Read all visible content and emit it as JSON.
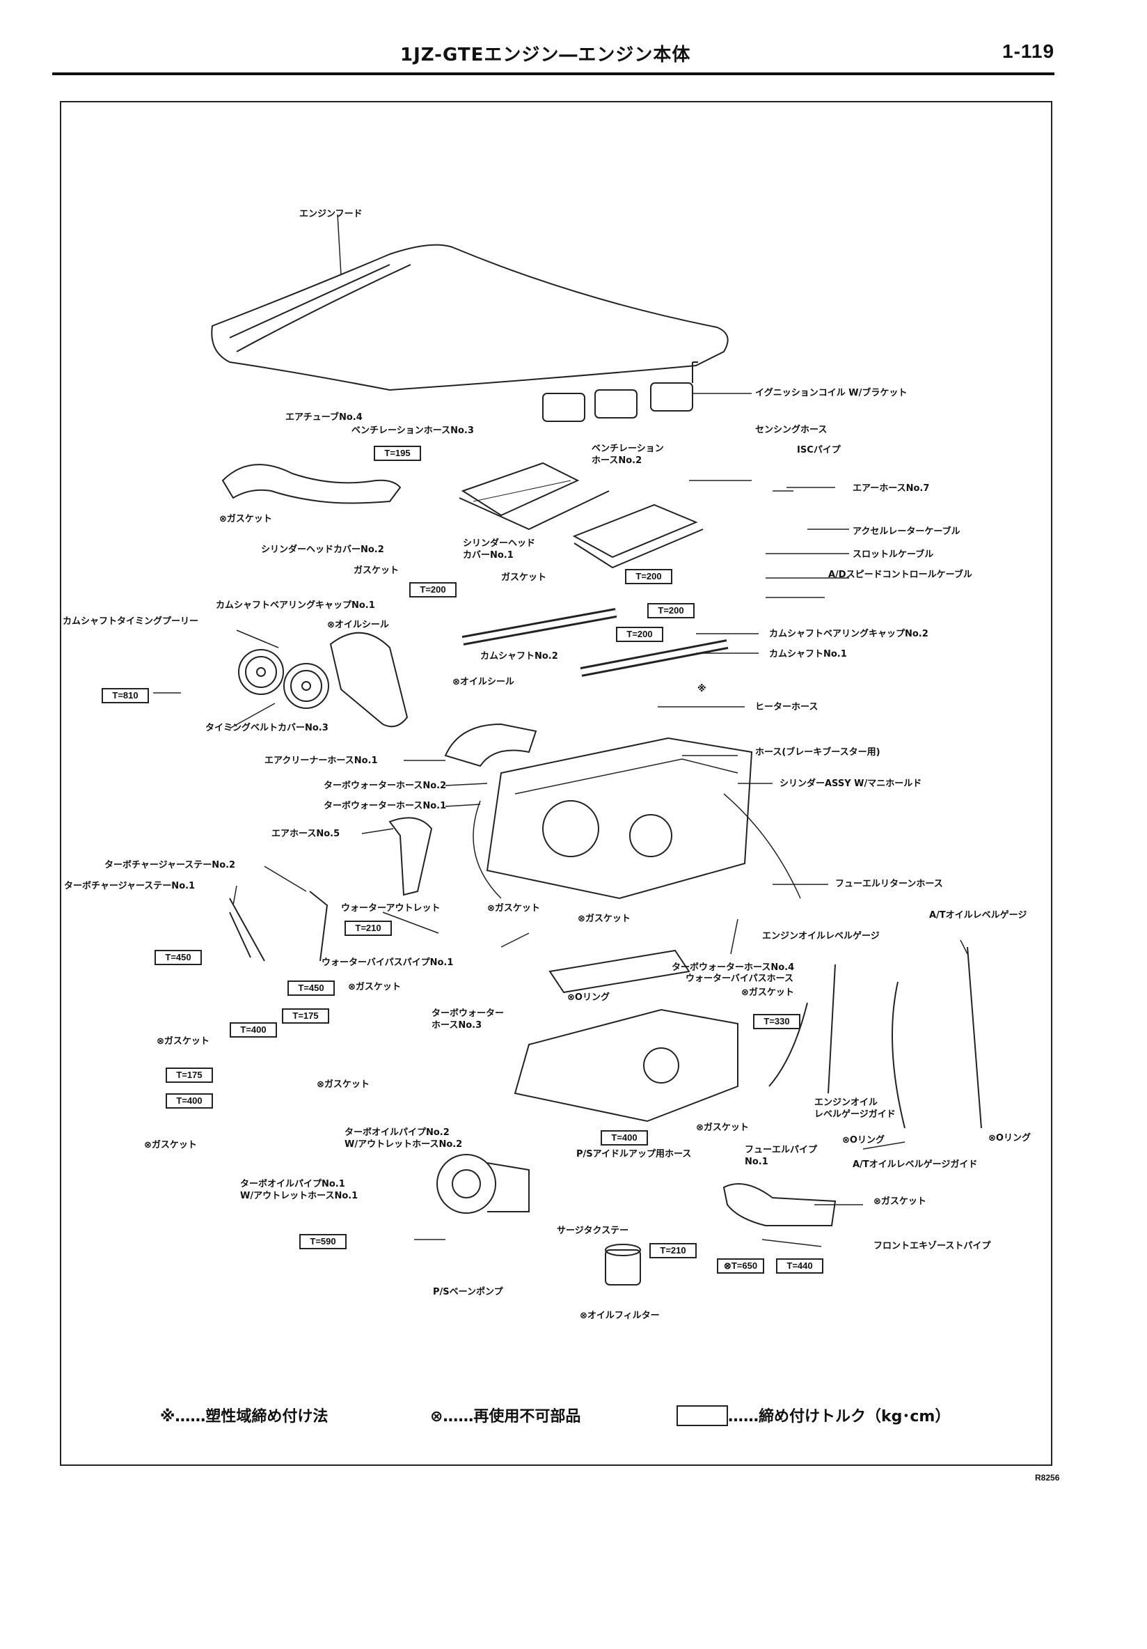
{
  "header": {
    "title": "1JZ-GTEエンジン―エンジン本体",
    "page_number": "1-119"
  },
  "labels": {
    "engine_hood": "エンジンフード",
    "ignition_coil": "イグニッションコイル W/ブラケット",
    "air_tube_no4": "エアチューブNo.4",
    "vent_hose_no3": "ベンチレーションホースNo.3",
    "sensing_hose": "センシングホース",
    "vent_hose_no2": "ベンチレーション\nホースNo.2",
    "isc_pipe": "ISCパイプ",
    "air_hose_no7": "エアーホースNo.7",
    "gasket_1": "ガスケット",
    "accel_cable": "アクセルレーターケーブル",
    "head_cover_no2": "シリンダーヘッドカバーNo.2",
    "head_cover_no1": "シリンダーヘッド\nカバーNo.1",
    "throttle_cable": "スロットルケーブル",
    "gasket_2": "ガスケット",
    "gasket_3": "ガスケット",
    "ad_speed_cable": "A/Dスピードコントロールケーブル",
    "cam_bearing_cap_no1": "カムシャフトベアリングキャップNo.1",
    "cam_timing_pulley": "カムシャフトタイミングプーリー",
    "oil_seal_1": "オイルシール",
    "cam_bearing_cap_no2": "カムシャフトベアリングキャップNo.2",
    "camshaft_no2": "カムシャフトNo.2",
    "camshaft_no1": "カムシャフトNo.1",
    "oil_seal_2": "オイルシール",
    "heater_hose": "ヒーターホース",
    "timing_belt_cover_no3": "タイミングベルトカバーNo.3",
    "brake_booster_hose": "ホース(ブレーキブースター用)",
    "air_cleaner_hose_no1": "エアクリーナーホースNo.1",
    "cylinder_assy": "シリンダーASSY W/マニホールド",
    "turbo_water_hose_no2": "ターボウォーターホースNo.2",
    "turbo_water_hose_no1": "ターボウォーターホースNo.1",
    "air_hose_no5": "エアホースNo.5",
    "turbo_stay_no2": "ターボチャージャーステーNo.2",
    "fuel_return_hose": "フューエルリターンホース",
    "turbo_stay_no1": "ターボチャージャーステーNo.1",
    "water_outlet": "ウォーターアウトレット",
    "gasket_4": "ガスケット",
    "gasket_5": "ガスケット",
    "at_oil_gauge": "A/Tオイルレベルゲージ",
    "engine_oil_gauge": "エンジンオイルレベルゲージ",
    "water_bypass_pipe_no1": "ウォーターバイパスパイプNo.1",
    "turbo_water_hose_no4": "ターボウォーターホースNo.4",
    "water_bypass_hose": "ウォーターバイパスホース",
    "gasket_6": "ガスケット",
    "o_ring_1": "Oリング",
    "gasket_7": "ガスケット",
    "turbo_water_hose_no3": "ターボウォーター\nホースNo.3",
    "gasket_8": "ガスケット",
    "gasket_9": "ガスケット",
    "engine_oil_gauge_guide": "エンジンオイル\nレベルゲージガイド",
    "turbo_oil_pipe_no2": "ターボオイルパイプNo.2\nW/アウトレットホースNo.2",
    "o_ring_2": "Oリング",
    "o_ring_3": "Oリング",
    "gasket_10": "ガスケット",
    "gasket_11": "ガスケット",
    "fuel_pipe_no1": "フューエルパイプ\nNo.1",
    "at_gauge_guide": "A/Tオイルレベルゲージガイド",
    "ps_idle_hose": "P/Sアイドルアップ用ホース",
    "turbo_oil_pipe_no1": "ターボオイルパイプNo.1\nW/アウトレットホースNo.1",
    "gasket_12": "ガスケット",
    "surge_tank_stay": "サージタクステー",
    "front_exhaust_pipe": "フロントエキゾーストパイプ",
    "ps_vane_pump": "P/Sベーンポンプ",
    "oil_filter": "オイルフィルター",
    "star": "※"
  },
  "torques": {
    "t195": "T=195",
    "t200a": "T=200",
    "t200b": "T=200",
    "t200c": "T=200",
    "t200d": "T=200",
    "t810": "T=810",
    "t210a": "T=210",
    "t450a": "T=450",
    "t450b": "T=450",
    "t175a": "T=175",
    "t400a": "T=400",
    "t330": "T=330",
    "t175b": "T=175",
    "t400b": "T=400",
    "t400c": "T=400",
    "t590": "T=590",
    "t210b": "T=210",
    "t650": "T=650",
    "t440": "T=440"
  },
  "legend": {
    "plastic_region": "※……塑性域締め付け法",
    "non_reusable": "⊗……再使用不可部品",
    "torque": "……締め付けトルク（kg･cm）"
  },
  "figure_code": "R8256",
  "icons": {
    "non_reusable_mark": "cross-circle-icon"
  }
}
